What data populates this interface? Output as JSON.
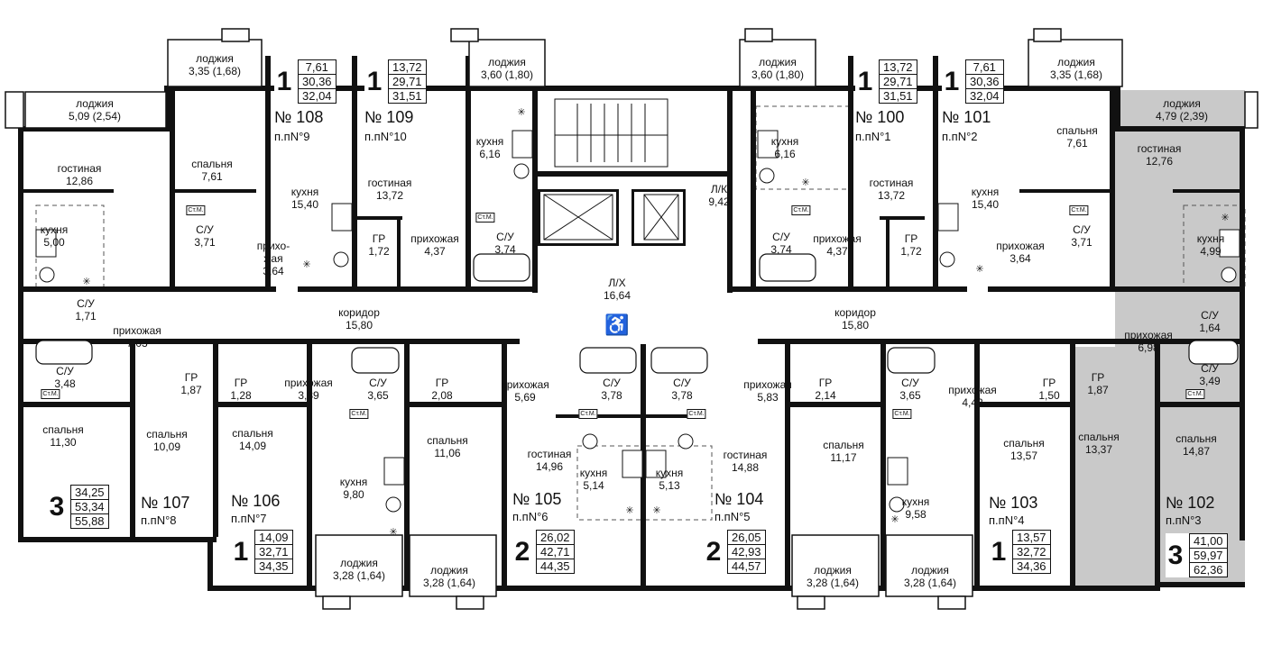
{
  "colors": {
    "wall": "#111111",
    "highlight": "#c9c9c9",
    "background": "#ffffff"
  },
  "icons": {
    "wheelchair": "wheelchair-icon",
    "vent": "asterisk-icon",
    "washer": "washer-label"
  },
  "washer_label": "Ст.М.",
  "vent_symbol": "✳",
  "apartments": [
    {
      "no": "№ 108",
      "pp": "п.пN°9",
      "rooms": "1",
      "areas": [
        "7,61",
        "30,36",
        "32,04"
      ]
    },
    {
      "no": "№ 109",
      "pp": "п.пN°10",
      "rooms": "1",
      "areas": [
        "13,72",
        "29,71",
        "31,51"
      ]
    },
    {
      "no": "№ 100",
      "pp": "п.пN°1",
      "rooms": "1",
      "areas": [
        "13,72",
        "29,71",
        "31,51"
      ]
    },
    {
      "no": "№ 101",
      "pp": "п.пN°2",
      "rooms": "1",
      "areas": [
        "7,61",
        "30,36",
        "32,04"
      ]
    },
    {
      "no": "№ 107",
      "pp": "п.пN°8",
      "rooms": "3",
      "areas": [
        "34,25",
        "53,34",
        "55,88"
      ]
    },
    {
      "no": "№ 106",
      "pp": "п.пN°7",
      "rooms": "1",
      "areas": [
        "14,09",
        "32,71",
        "34,35"
      ]
    },
    {
      "no": "№ 105",
      "pp": "п.пN°6",
      "rooms": "2",
      "areas": [
        "26,02",
        "42,71",
        "44,35"
      ]
    },
    {
      "no": "№ 104",
      "pp": "п.пN°5",
      "rooms": "2",
      "areas": [
        "26,05",
        "42,93",
        "44,57"
      ]
    },
    {
      "no": "№ 103",
      "pp": "п.пN°4",
      "rooms": "1",
      "areas": [
        "13,57",
        "32,72",
        "34,36"
      ]
    },
    {
      "no": "№ 102",
      "pp": "п.пN°3",
      "rooms": "3",
      "areas": [
        "41,00",
        "59,97",
        "62,36"
      ]
    }
  ],
  "rooms": [
    {
      "name": "лоджия",
      "area": "3,35 (1,68)"
    },
    {
      "name": "лоджия",
      "area": "5,09 (2,54)"
    },
    {
      "name": "лоджия",
      "area": "3,60 (1,80)"
    },
    {
      "name": "лоджия",
      "area": "3,60 (1,80)"
    },
    {
      "name": "лоджия",
      "area": "3,35 (1,68)"
    },
    {
      "name": "лоджия",
      "area": "4,79 (2,39)"
    },
    {
      "name": "гостиная",
      "area": "12,86"
    },
    {
      "name": "кухня",
      "area": "5,00"
    },
    {
      "name": "спальня",
      "area": "7,61"
    },
    {
      "name": "С/У",
      "area": "3,71"
    },
    {
      "name": "кухня",
      "area": "15,40"
    },
    {
      "name": "прихо-\nжая",
      "area": "3,64"
    },
    {
      "name": "гостиная",
      "area": "13,72"
    },
    {
      "name": "ГР",
      "area": "1,72"
    },
    {
      "name": "прихожая",
      "area": "4,37"
    },
    {
      "name": "кухня",
      "area": "6,16"
    },
    {
      "name": "С/У",
      "area": "3,74"
    },
    {
      "name": "Л/К",
      "area": "9,42"
    },
    {
      "name": "кухня",
      "area": "6,16"
    },
    {
      "name": "С/У",
      "area": "3,74"
    },
    {
      "name": "прихожая",
      "area": "4,37"
    },
    {
      "name": "ГР",
      "area": "1,72"
    },
    {
      "name": "гостиная",
      "area": "13,72"
    },
    {
      "name": "кухня",
      "area": "15,40"
    },
    {
      "name": "прихожая",
      "area": "3,64"
    },
    {
      "name": "спальня",
      "area": "7,61"
    },
    {
      "name": "С/У",
      "area": "3,71"
    },
    {
      "name": "гостиная",
      "area": "12,76"
    },
    {
      "name": "кухня",
      "area": "4,99"
    },
    {
      "name": "С/У",
      "area": "1,71"
    },
    {
      "name": "прихожая",
      "area": "7,03"
    },
    {
      "name": "С/У",
      "area": "3,48"
    },
    {
      "name": "ГР",
      "area": "1,87"
    },
    {
      "name": "коридор",
      "area": "15,80"
    },
    {
      "name": "Л/Х",
      "area": "16,64"
    },
    {
      "name": "коридор",
      "area": "15,80"
    },
    {
      "name": "С/У",
      "area": "1,64"
    },
    {
      "name": "прихожая",
      "area": "6,98"
    },
    {
      "name": "С/У",
      "area": "3,49"
    },
    {
      "name": "ГР",
      "area": "1,87"
    },
    {
      "name": "спальня",
      "area": "11,30"
    },
    {
      "name": "спальня",
      "area": "10,09"
    },
    {
      "name": "ГР",
      "area": "1,28"
    },
    {
      "name": "прихожая",
      "area": "3,89"
    },
    {
      "name": "С/У",
      "area": "3,65"
    },
    {
      "name": "спальня",
      "area": "14,09"
    },
    {
      "name": "кухня",
      "area": "9,80"
    },
    {
      "name": "ГР",
      "area": "2,08"
    },
    {
      "name": "спальня",
      "area": "11,06"
    },
    {
      "name": "прихожая",
      "area": "5,69"
    },
    {
      "name": "С/У",
      "area": "3,78"
    },
    {
      "name": "гостиная",
      "area": "14,96"
    },
    {
      "name": "кухня",
      "area": "5,14"
    },
    {
      "name": "С/У",
      "area": "3,78"
    },
    {
      "name": "кухня",
      "area": "5,13"
    },
    {
      "name": "прихожая",
      "area": "5,83"
    },
    {
      "name": "гостиная",
      "area": "14,88"
    },
    {
      "name": "ГР",
      "area": "2,14"
    },
    {
      "name": "спальня",
      "area": "11,17"
    },
    {
      "name": "С/У",
      "area": "3,65"
    },
    {
      "name": "прихожая",
      "area": "4,42"
    },
    {
      "name": "ГР",
      "area": "1,50"
    },
    {
      "name": "кухня",
      "area": "9,58"
    },
    {
      "name": "спальня",
      "area": "13,57"
    },
    {
      "name": "спальня",
      "area": "13,37"
    },
    {
      "name": "спальня",
      "area": "14,87"
    },
    {
      "name": "лоджия",
      "area": "3,28 (1,64)"
    },
    {
      "name": "лоджия",
      "area": "3,28 (1,64)"
    },
    {
      "name": "лоджия",
      "area": "3,28 (1,64)"
    },
    {
      "name": "лоджия",
      "area": "3,28 (1,64)"
    }
  ]
}
